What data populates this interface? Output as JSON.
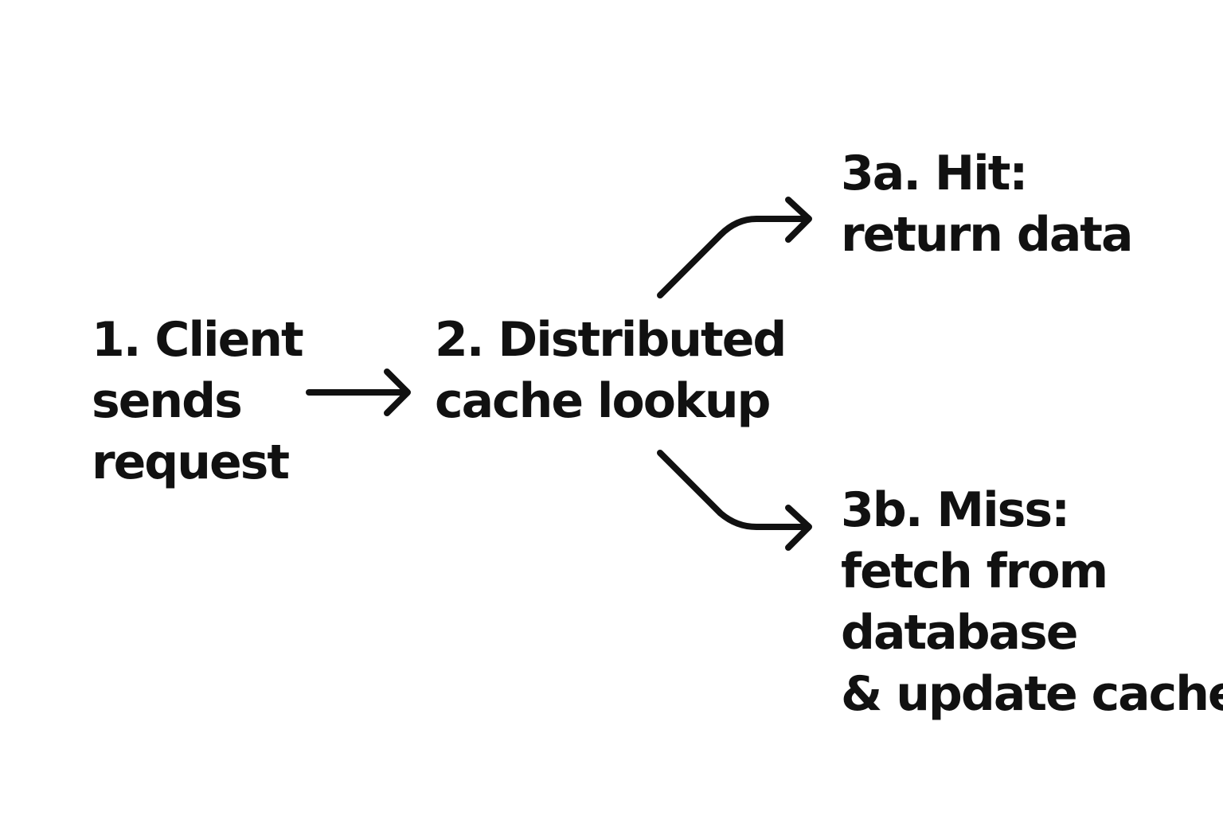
{
  "diagram": {
    "steps": {
      "client": {
        "lines": [
          "1. Client",
          "sends",
          "request"
        ]
      },
      "lookup": {
        "lines": [
          "2. Distributed",
          "cache lookup"
        ]
      },
      "hit": {
        "heading": "3a. Hit:",
        "lines": [
          "return data"
        ]
      },
      "miss": {
        "heading": "3b. Miss:",
        "lines": [
          "fetch from",
          "database",
          "& update cache"
        ]
      }
    },
    "colors": {
      "background": "#ffffff",
      "ink": "#111111"
    }
  }
}
